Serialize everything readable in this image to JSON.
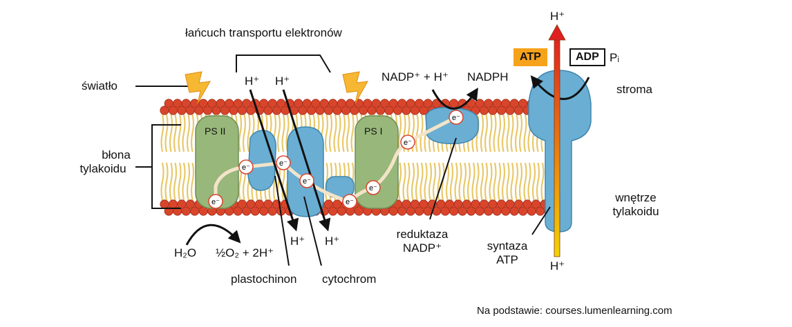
{
  "labels": {
    "chain_title": "łańcuch transportu elektronów",
    "light": "światło",
    "membrane_line1": "błona",
    "membrane_line2": "tylakoidu",
    "stroma": "stroma",
    "lumen_line1": "wnętrze",
    "lumen_line2": "tylakoidu",
    "ps2": "PS II",
    "ps1": "PS I",
    "plastoquinone": "plastochinon",
    "cytochrome": "cytochrom",
    "nadp_reductase_line1": "reduktaza",
    "nadp_reductase_line2": "NADP⁺",
    "atp_synthase_line1": "syntaza",
    "atp_synthase_line2": "ATP",
    "water": "H₂O",
    "oxygen_products": "½O₂ + 2H⁺",
    "nadp_reactants": "NADP⁺ + H⁺",
    "nadph": "NADPH",
    "proton": "H⁺",
    "atp": "ATP",
    "adp": "ADP",
    "phosphate": "Pᵢ",
    "electron": "e⁻",
    "source": "Na podstawie: courses.lumenlearning.com"
  },
  "colors": {
    "head_group": "#d9452b",
    "lipid_tail": "#e8c86a",
    "photosystem": "#98b77a",
    "protein_blue": "#6aaed3",
    "electron_path": "#f3e4c8",
    "atp_box": "#f7a21b",
    "proton_arrow_top": "#e02020",
    "proton_arrow_bottom": "#f5d400",
    "lightning": "#f6b833"
  },
  "icons": [
    "lightning-icon",
    "electron-icon",
    "proton-arrow-icon"
  ]
}
